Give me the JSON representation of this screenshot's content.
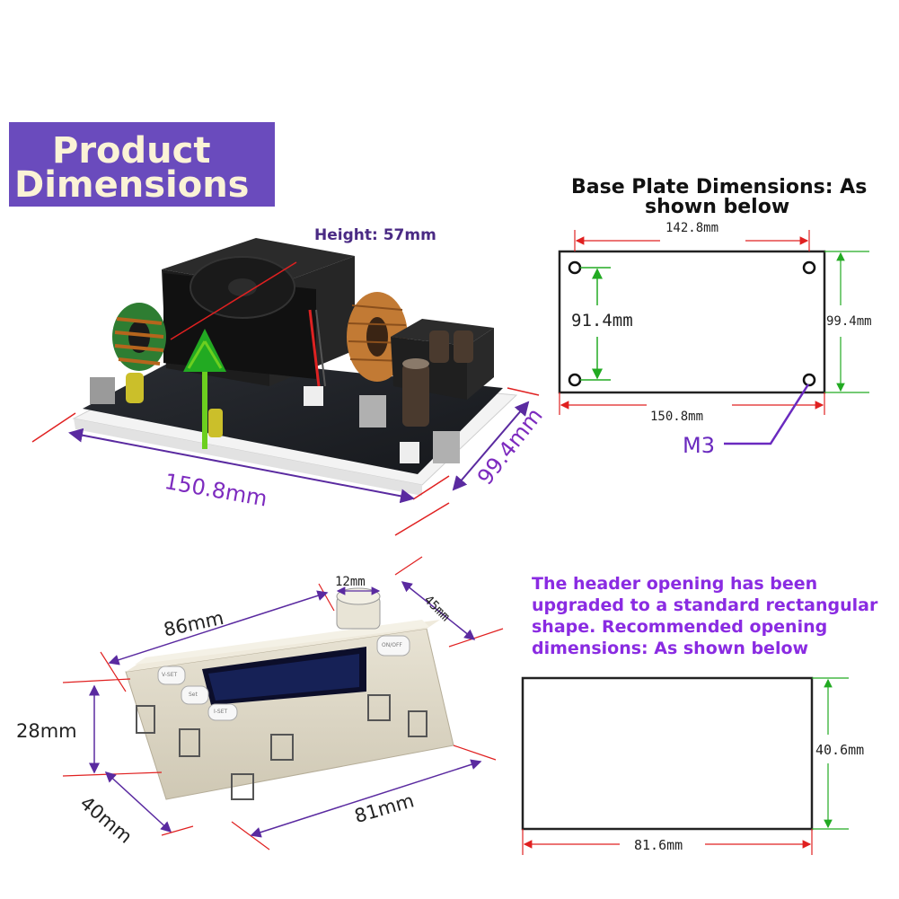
{
  "banner": {
    "line1": "Product",
    "line2": "Dimensions"
  },
  "board": {
    "height_label": "Height: 57mm",
    "length_label": "150.8mm",
    "width_label": "99.4mm"
  },
  "base_plate": {
    "title_line1": "Base Plate Dimensions: As",
    "title_line2": "shown below",
    "hole_spacing_x": "142.8mm",
    "hole_spacing_y": "91.4mm",
    "plate_height": "99.4mm",
    "plate_width": "150.8mm",
    "screw": "M3"
  },
  "module": {
    "width": "86mm",
    "knob": "12mm",
    "depth_top": "45mm",
    "height": "28mm",
    "depth_bottom": "40mm",
    "length": "81mm",
    "button_labels": [
      "V-SET",
      "Set",
      "I-SET",
      "ON/OFF"
    ]
  },
  "opening": {
    "note_lines": [
      "The header opening has been",
      "upgraded to a standard rectangular",
      "shape. Recommended opening",
      "dimensions: As shown below"
    ],
    "height": "40.6mm",
    "width": "81.6mm"
  },
  "colors": {
    "banner": "#6a4bbd",
    "dimension_line": "#e02020",
    "hole_line": "#22aa22",
    "accent_purple": "#7d2bbf"
  }
}
